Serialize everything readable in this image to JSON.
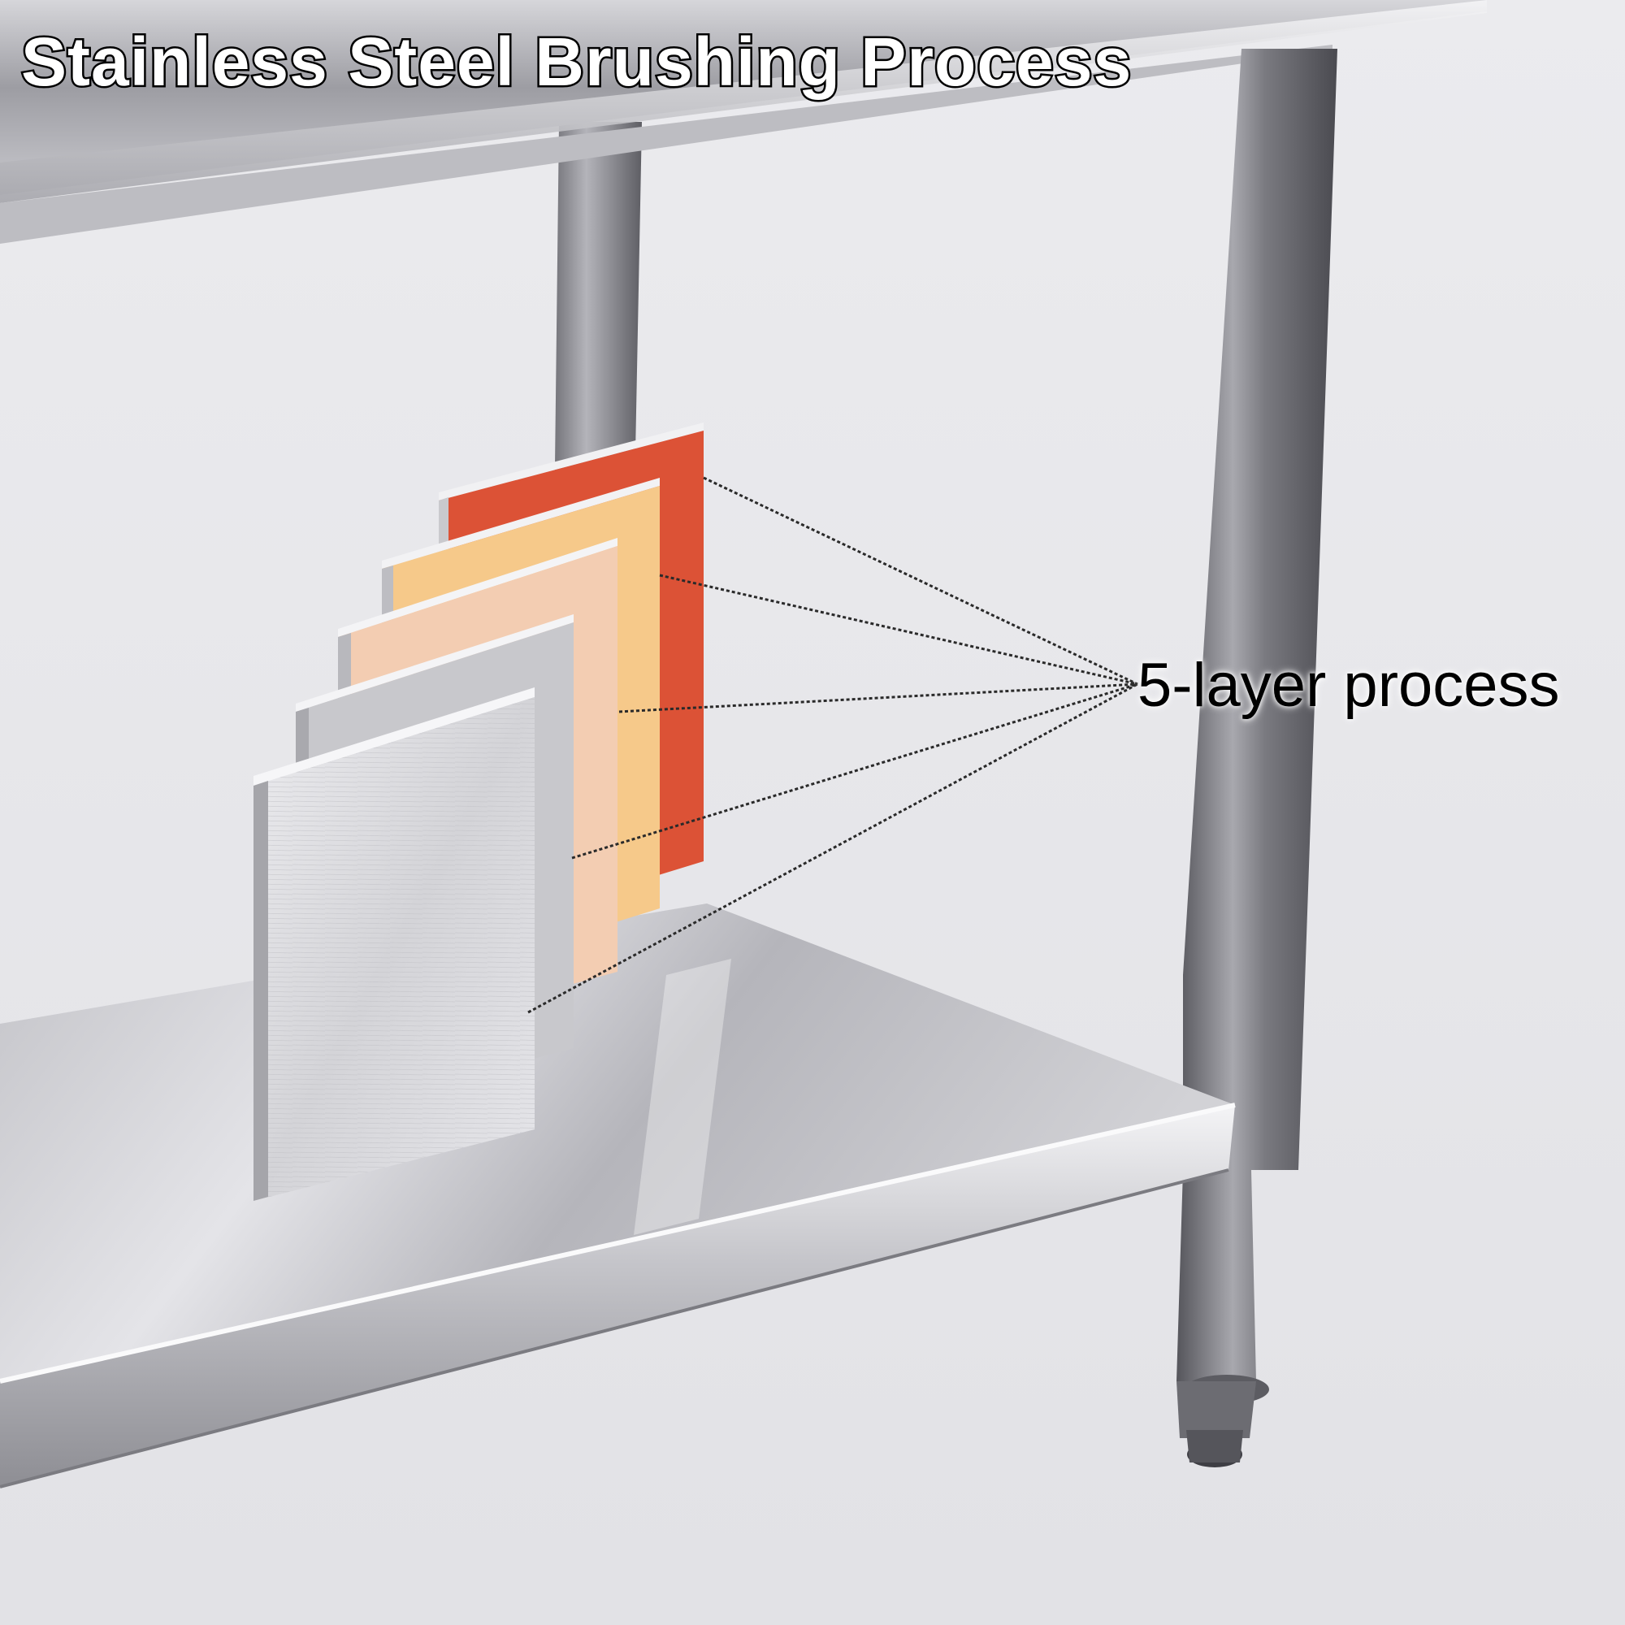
{
  "heading": "Stainless Steel Brushing Process",
  "callout": "5-layer process",
  "layers": [
    {
      "name": "brushed-steel",
      "color": "#d9d9dc"
    },
    {
      "name": "silver",
      "color": "#c8c8cc"
    },
    {
      "name": "peach",
      "color": "#f3cdb2"
    },
    {
      "name": "gold",
      "color": "#f6c98a"
    },
    {
      "name": "red",
      "color": "#dc5236"
    }
  ],
  "colors": {
    "background": "#e6e6ea",
    "steel_light": "#f2f2f4",
    "steel_dark": "#8f8f95",
    "leg": "#6e6e74"
  }
}
